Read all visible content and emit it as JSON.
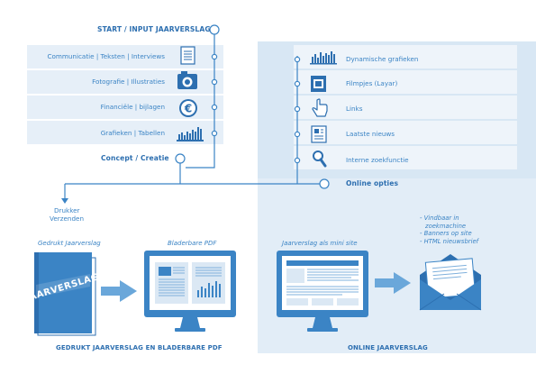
{
  "top": {
    "title": "START / INPUT  JAARVERSLAG",
    "rows": [
      "Communicatie | Teksten | Interviews",
      "Fotografie | Illustraties",
      "Financiële | bijlagen",
      "Grafieken | Tabellen"
    ],
    "concept": "Concept / Creatie"
  },
  "online_items": [
    "Dynamische grafieken",
    "Filmpjes (Layar)",
    "Links",
    "Laatste nieuws",
    "Interne zoekfunctie"
  ],
  "online_options": "Online opties",
  "drukker": [
    "Drukker",
    "Verzenden"
  ],
  "print": {
    "label": "Gedrukt Jaarverslag",
    "book_title": "JAARVERSLAG",
    "pdf_label": "Bladerbare PDF",
    "caption": "GEDRUKT JAARVERSLAG  EN BLADERBARE PDF"
  },
  "online": {
    "label": "Jaarverslag als mini site",
    "caption": "ONLINE JAARVERSLAG",
    "bullets": [
      "- Vindbaar in",
      "  zoekmachine",
      "- Banners op site",
      "- HTML nieuwsbrief"
    ]
  },
  "icons": {
    "document": "document-icon",
    "camera": "camera-icon",
    "euro": "euro-icon",
    "chart": "bar-chart-icon",
    "dyn": "dynamic-chart-icon",
    "film": "film-icon",
    "hand": "hand-cursor-icon",
    "news": "newspaper-icon",
    "search": "magnifier-icon",
    "book": "book-icon",
    "monitor": "monitor-icon",
    "envelope": "envelope-icon"
  },
  "colors": {
    "primary": "#3b84c5",
    "dark": "#2d6fb0",
    "panel": "#dce9f4",
    "panel_light": "#eaf2f9"
  }
}
